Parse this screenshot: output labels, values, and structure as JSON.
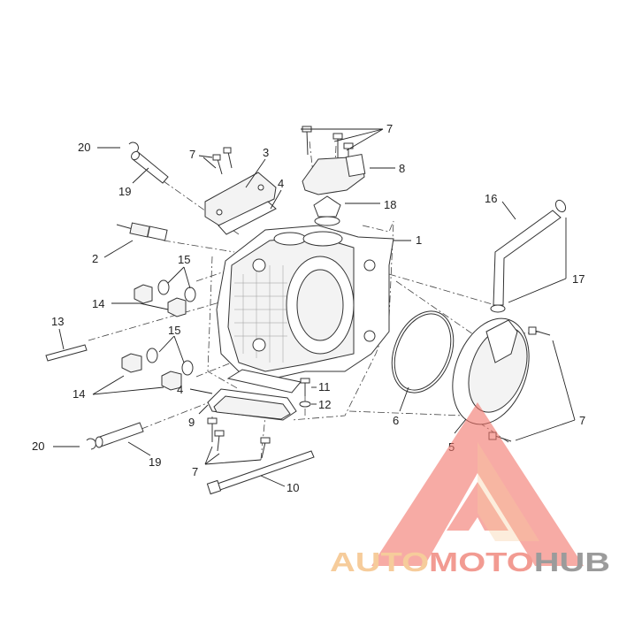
{
  "callouts": {
    "c1": "1",
    "c2": "2",
    "c3": "3",
    "c4a": "4",
    "c4b": "4",
    "c5": "5",
    "c6": "6",
    "c7a": "7",
    "c7b": "7",
    "c7c": "7",
    "c7d": "7",
    "c8": "8",
    "c9": "9",
    "c10": "10",
    "c11": "11",
    "c12": "12",
    "c13": "13",
    "c14a": "14",
    "c14b": "14",
    "c15a": "15",
    "c15b": "15",
    "c16": "16",
    "c17": "17",
    "c18": "18",
    "c19a": "19",
    "c19b": "19",
    "c20a": "20",
    "c20b": "20"
  },
  "watermark": {
    "part1": "AUTO",
    "part2": "MOTO",
    "part3": "HUB",
    "colors": {
      "auto": "#f5c48a",
      "moto": "#f08a80",
      "hub": "#8a8a8a",
      "triangle": "#f2746a"
    }
  }
}
